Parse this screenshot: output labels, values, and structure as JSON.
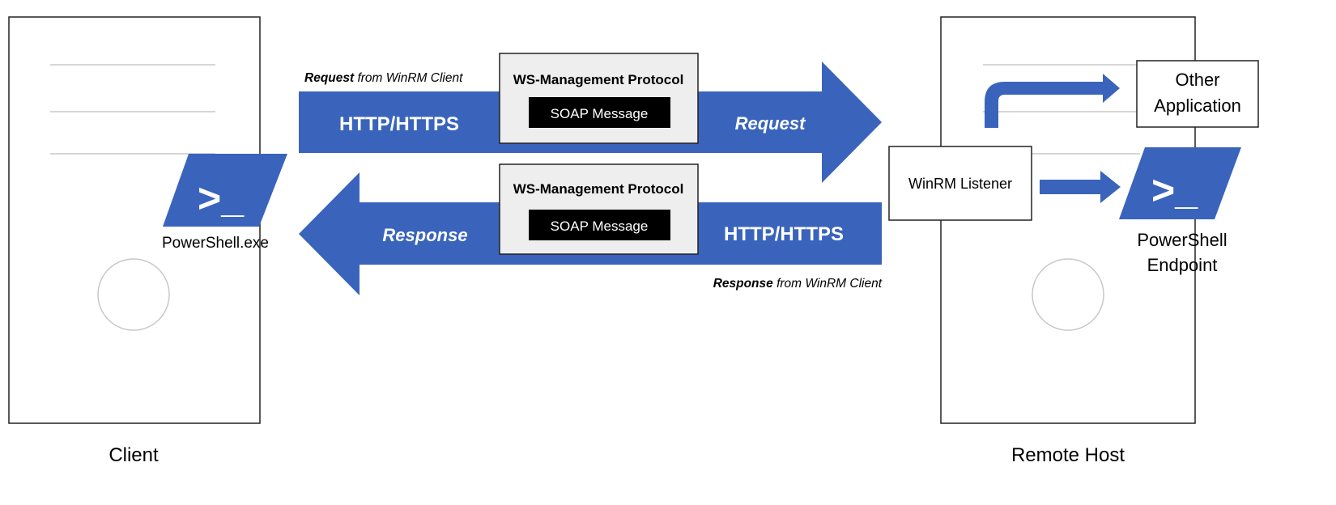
{
  "colors": {
    "arrow_blue": "#3a64bc",
    "server_stroke": "#222222",
    "line_gray": "#c8c8c8",
    "circle_gray": "#c8c8c8",
    "ws_box_fill": "#eeeeee",
    "soap_fill": "#000000",
    "text": "#000000",
    "white": "#ffffff"
  },
  "client": {
    "label": "Client",
    "app_label": "PowerShell.exe",
    "app_icon": "powershell-icon",
    "prompt": ">_"
  },
  "remote_host": {
    "label": "Remote Host",
    "listener_label": "WinRM Listener",
    "other_app_label": [
      "Other",
      "Application"
    ],
    "endpoint_label": [
      "PowerShell",
      "Endpoint"
    ],
    "endpoint_icon": "powershell-icon",
    "prompt": ">_"
  },
  "request_flow": {
    "caption_bold": "Request",
    "caption_rest": "from WinRM Client",
    "transport": "HTTP/HTTPS",
    "direction_label": "Request",
    "protocol": "WS-Management Protocol",
    "message": "SOAP Message"
  },
  "response_flow": {
    "caption_bold": "Response",
    "caption_rest": "from WinRM Client",
    "transport": "HTTP/HTTPS",
    "direction_label": "Response",
    "protocol": "WS-Management Protocol",
    "message": "SOAP Message"
  }
}
